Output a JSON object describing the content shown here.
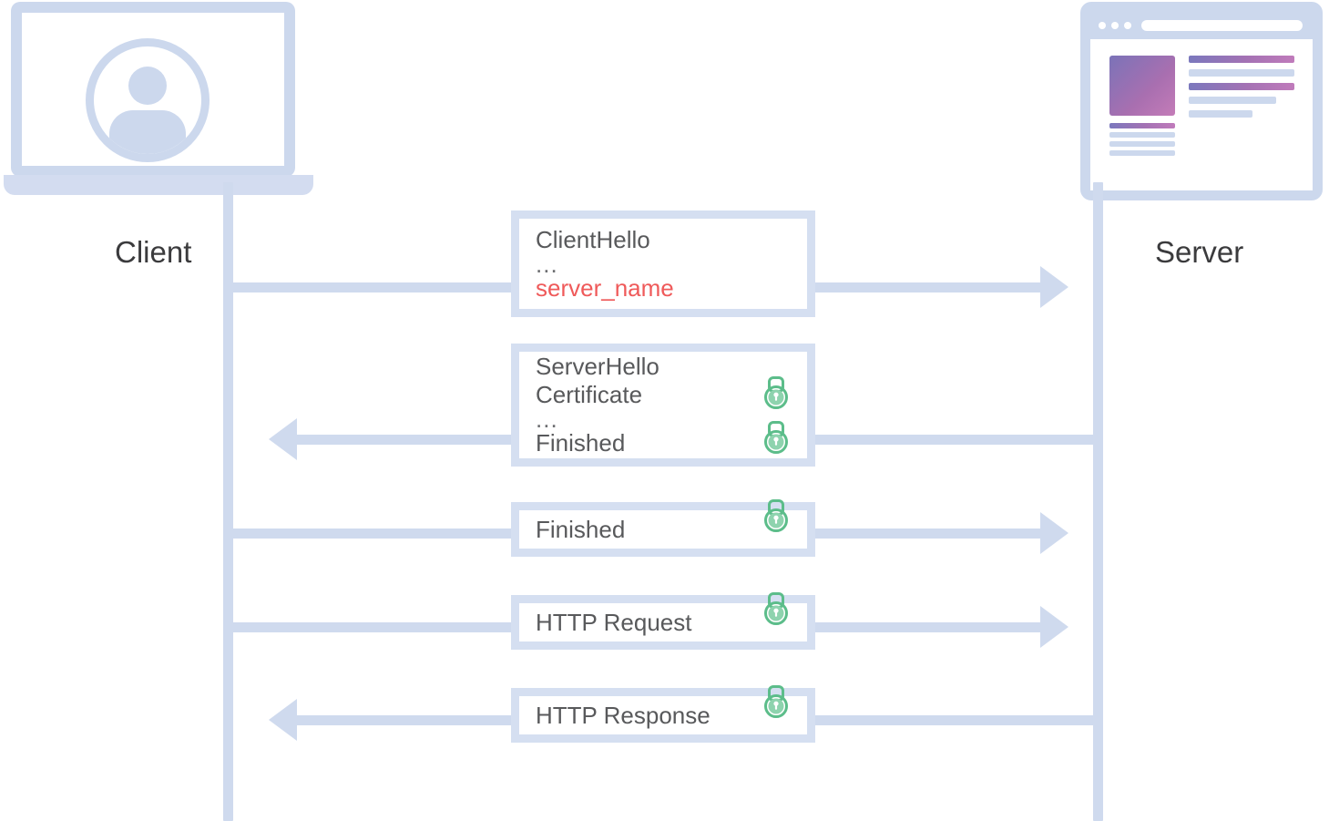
{
  "diagram": {
    "title": "TLS handshake sequence diagram",
    "colors": {
      "line": "#cfdaee",
      "box_border": "#d5dff1",
      "text": "#58595b",
      "highlight": "#ef5a5a",
      "lock": "#5cbd8a",
      "label": "#3b3b3d",
      "accent_gradient_start": "#7b78bd",
      "accent_gradient_end": "#c07bbb"
    }
  },
  "endpoints": {
    "client": {
      "label": "Client",
      "icon": "laptop-user-icon"
    },
    "server": {
      "label": "Server",
      "icon": "browser-window-icon"
    }
  },
  "messages": [
    {
      "id": "client-hello",
      "direction": "right",
      "lines": [
        {
          "text": "ClientHello",
          "style": "normal",
          "lock": false
        },
        {
          "text": "...",
          "style": "ellipsis",
          "lock": false
        },
        {
          "text": "server_name",
          "style": "highlight",
          "lock": false
        }
      ]
    },
    {
      "id": "server-hello",
      "direction": "left",
      "lines": [
        {
          "text": "ServerHello",
          "style": "normal",
          "lock": false
        },
        {
          "text": "Certificate",
          "style": "normal",
          "lock": true
        },
        {
          "text": "...",
          "style": "ellipsis",
          "lock": false
        },
        {
          "text": "Finished",
          "style": "normal",
          "lock": true
        }
      ]
    },
    {
      "id": "client-finished",
      "direction": "right",
      "lines": [
        {
          "text": "Finished",
          "style": "normal",
          "lock": true
        }
      ]
    },
    {
      "id": "http-request",
      "direction": "right",
      "lines": [
        {
          "text": "HTTP Request",
          "style": "normal",
          "lock": true
        }
      ]
    },
    {
      "id": "http-response",
      "direction": "left",
      "lines": [
        {
          "text": "HTTP Response",
          "style": "normal",
          "lock": true
        }
      ]
    }
  ],
  "server_window": {
    "dots": 3,
    "url_bar": "",
    "content_blocks": [
      "hero-image",
      "accent-bar",
      "plain-bar",
      "accent-bar",
      "plain-bar",
      "plain-bar",
      "accent-bar",
      "plain-bar",
      "plain-bar",
      "plain-bar"
    ]
  }
}
